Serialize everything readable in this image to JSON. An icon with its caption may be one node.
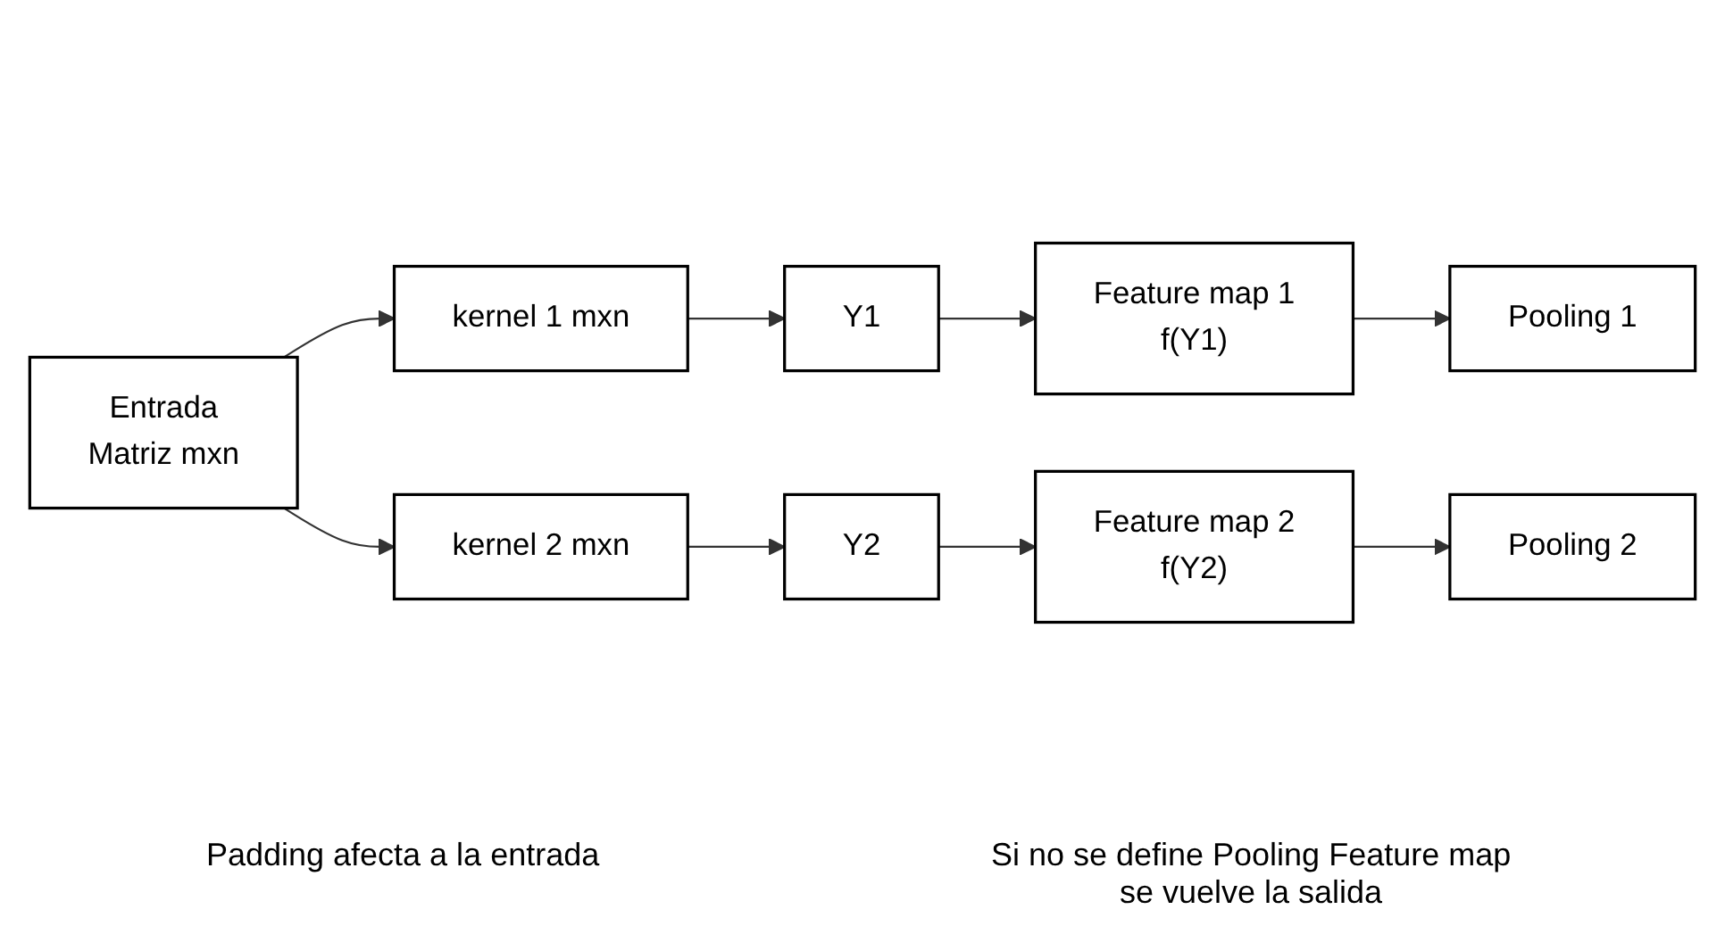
{
  "diagram": {
    "nodes": [
      {
        "text": [
          "Entrada",
          "Matriz mxn"
        ]
      },
      {
        "text": [
          "kernel 1 mxn"
        ]
      },
      {
        "text": [
          "Y1"
        ]
      },
      {
        "text": [
          "Feature map 1",
          "f(Y1)"
        ]
      },
      {
        "text": [
          "Pooling 1"
        ]
      },
      {
        "text": [
          "kernel 2 mxn"
        ]
      },
      {
        "text": [
          "Y2"
        ]
      },
      {
        "text": [
          "Feature map 2",
          "f(Y2)"
        ]
      },
      {
        "text": [
          "Pooling 2"
        ]
      }
    ],
    "edges": [
      {
        "from": 0,
        "to": 1,
        "arrow": "to"
      },
      {
        "from": 1,
        "to": 2,
        "arrow": "to"
      },
      {
        "from": 2,
        "to": 3,
        "arrow": "to"
      },
      {
        "from": 3,
        "to": 4,
        "arrow": "to"
      },
      {
        "from": 0,
        "to": 5,
        "arrow": "to"
      },
      {
        "from": 5,
        "to": 6,
        "arrow": "to"
      },
      {
        "from": 6,
        "to": 7,
        "arrow": "to"
      },
      {
        "from": 7,
        "to": 8,
        "arrow": "to"
      }
    ],
    "labels": [
      "Padding afecta a la entrada",
      "Si no se define Pooling Feature map se vuelve la salida"
    ]
  }
}
